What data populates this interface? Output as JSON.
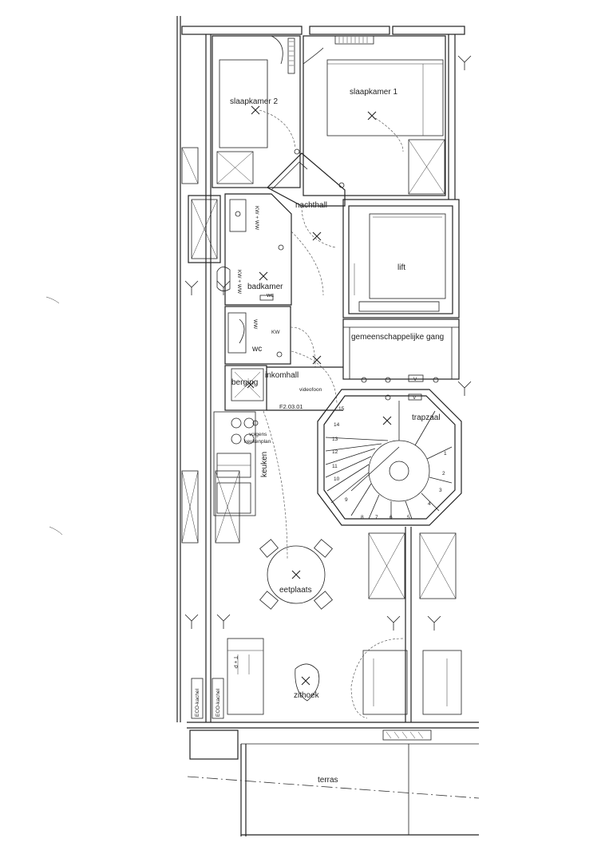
{
  "rooms": {
    "slaapkamer2": "slaapkamer 2",
    "slaapkamer1": "slaapkamer 1",
    "nachthall": "nachthall",
    "lift": "lift",
    "badkamer": "badkamer",
    "gang": "gemeenschappelijke gang",
    "wc": "wc",
    "inkomhall": "inkomhall",
    "berging": "berging",
    "trapzaal": "trapzaal",
    "keuken": "keuken",
    "eetplaats": "eetplaats",
    "zithoek": "zithoek",
    "terras": "terras"
  },
  "annotations": {
    "kw_ww_1": "KW + WW",
    "kw_ww_2": "KW + WW",
    "kw": "KW",
    "ww": "WW",
    "wc_small": "wc",
    "videofoon": "videofoon",
    "unit_code": "F2.03.01",
    "volgens_1": "volgens",
    "volgens_2": "keukenplan",
    "eco_1": "ECO-kachel",
    "eco_2": "ECO-kachel",
    "t_p": "T + P",
    "v": "V"
  },
  "stair_steps": [
    "15",
    "14",
    "13",
    "12",
    "11",
    "10",
    "9",
    "8",
    "7",
    "6",
    "5",
    "4",
    "3",
    "2",
    "1"
  ]
}
